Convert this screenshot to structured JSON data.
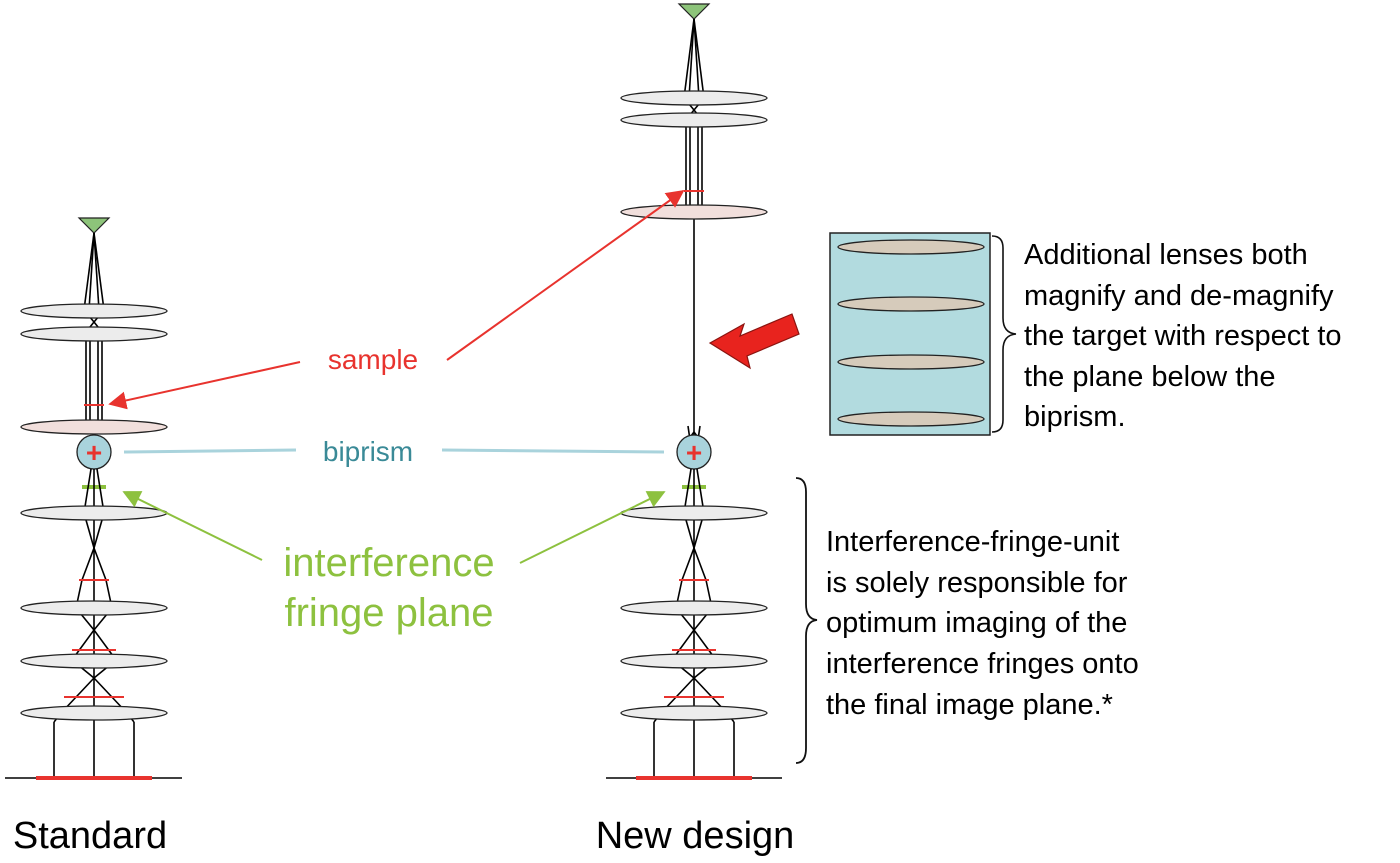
{
  "labels": {
    "sample": "sample",
    "biprism": "biprism",
    "fringe_line1": "interference",
    "fringe_line2": "fringe plane",
    "standard": "Standard",
    "new_design": "New design"
  },
  "notes": {
    "additional_lenses": [
      "Additional lenses both",
      "magnify and de-magnify",
      "the target with respect to",
      "the plane below the",
      "biprism."
    ],
    "interference_unit": [
      "Interference-fringe-unit",
      "is solely responsible for",
      "optimum imaging of the",
      "interference fringes onto",
      "the final image plane.*"
    ]
  },
  "colors": {
    "sample_red": "#e8332e",
    "biprism_teal": "#3a8a97",
    "biprism_line": "#a9d3dc",
    "fringe_green": "#8dc13f",
    "source_green": "#8dc47a",
    "lens_gray": "#ececec",
    "sample_lens_pink": "#f1dfdc",
    "box_fill": "#b2dbdf",
    "box_lens": "#d6cbbb",
    "arrow_red": "#e8231e"
  },
  "symbols": {
    "biprism_plus": "+"
  }
}
